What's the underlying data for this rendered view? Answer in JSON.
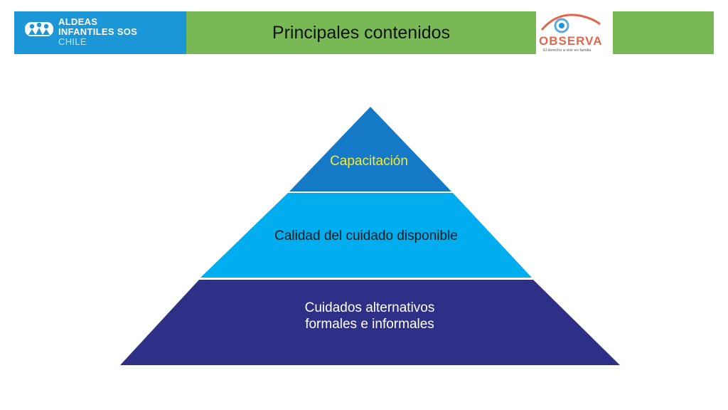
{
  "header": {
    "title": "Principales contenidos",
    "left_logo": {
      "lines": [
        "ALDEAS",
        "INFANTILES SOS",
        "CHILE"
      ],
      "color": "#1b96d6"
    },
    "right_logo": {
      "word": "OBSERVA",
      "tagline": "El derecho a vivir en familia",
      "color": "#e2674a"
    },
    "bar_color": "#78b955"
  },
  "pyramid": {
    "levels": [
      {
        "lines": [
          "Capacitación"
        ],
        "fill": "#1479c6",
        "text_color": "#f5ea3a"
      },
      {
        "lines": [
          "Calidad del cuidado disponible"
        ],
        "fill": "#00adef",
        "text_color": "#1a1a1a"
      },
      {
        "lines": [
          "Cuidados alternativos",
          "formales e informales"
        ],
        "fill": "#2e2f87",
        "text_color": "#ffffff"
      }
    ]
  }
}
